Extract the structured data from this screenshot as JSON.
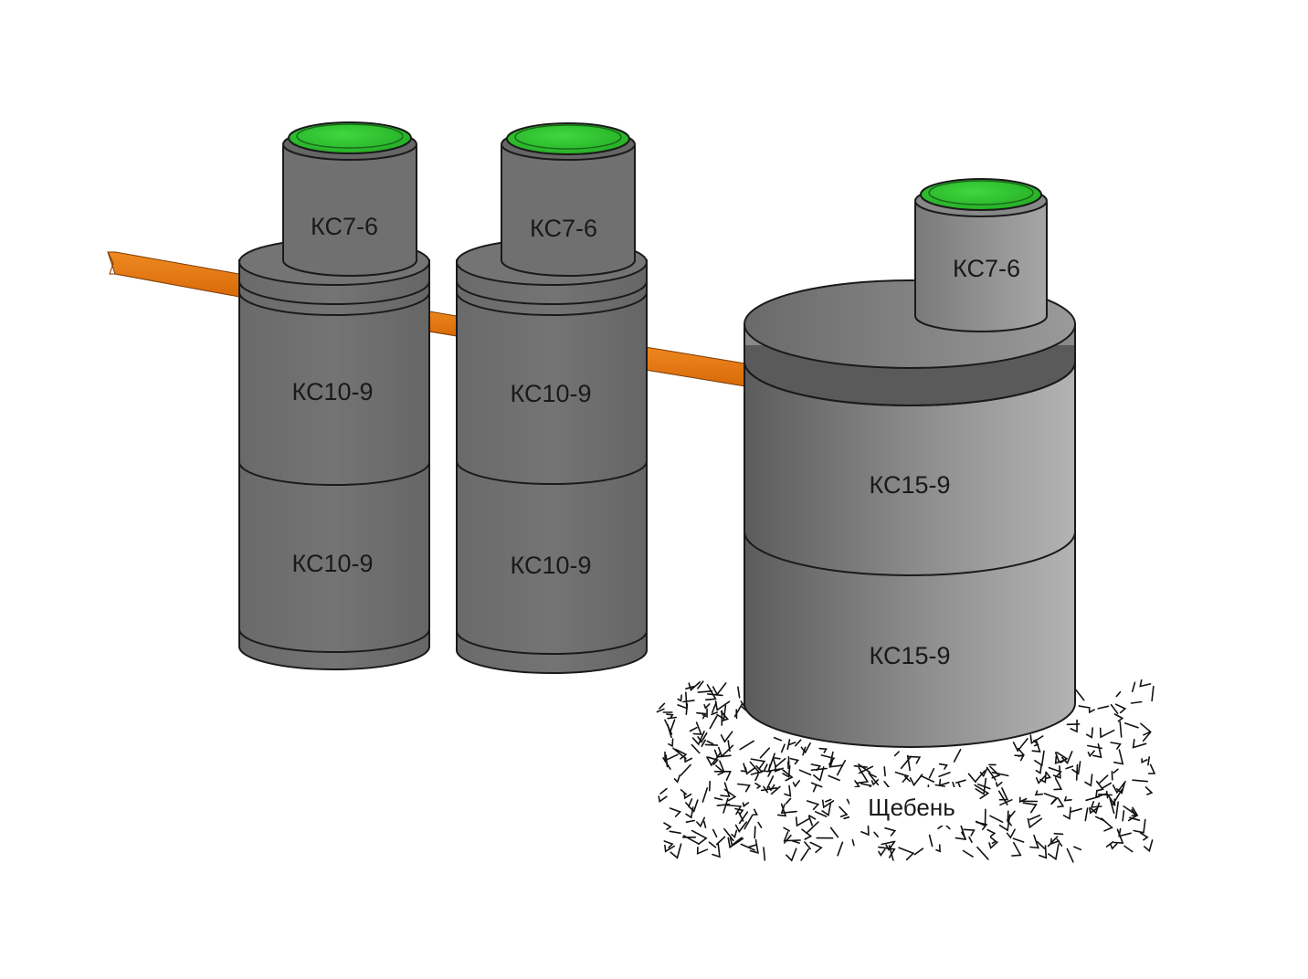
{
  "wells": [
    {
      "id": "well-1",
      "neck": "КС7-6",
      "rings": [
        "КС10-9",
        "КС10-9"
      ]
    },
    {
      "id": "well-2",
      "neck": "КС7-6",
      "rings": [
        "КС10-9",
        "КС10-9"
      ]
    },
    {
      "id": "well-3",
      "neck": "КС7-6",
      "rings": [
        "КС15-9",
        "КС15-9"
      ]
    }
  ],
  "gravel_label": "Щебень",
  "colors": {
    "concrete_dark": "#5f5f5f",
    "concrete_light": "#a8a8a8",
    "lid_green": "#2fc62f",
    "pipe_orange": "#e87b14",
    "outline": "#1a1a1a"
  }
}
